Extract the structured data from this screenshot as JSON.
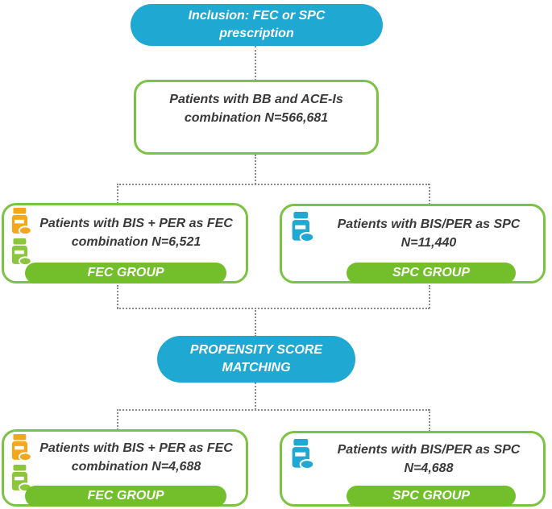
{
  "colors": {
    "blue": "#1EA8D2",
    "green-border": "#7CC243",
    "green-pill": "#72BF2B",
    "icon-yellow": "#F2A81D",
    "icon-green": "#8CC63F",
    "icon-blue": "#1EA8D2",
    "text-dark": "#3A3A3A",
    "connector": "#8A8A8A"
  },
  "nodes": {
    "inclusion": {
      "line1": "Inclusion: FEC or SPC",
      "line2": "prescription"
    },
    "population": {
      "line1": "Patients with BB and ACE-Is",
      "line2": "combination N=566,681"
    },
    "fec_before": {
      "line1": "Patients with BIS + PER as FEC",
      "line2": "combination N=6,521",
      "group_label": "FEC GROUP"
    },
    "spc_before": {
      "line1": "Patients with BIS/PER as SPC",
      "line2": "N=11,440",
      "group_label": "SPC GROUP"
    },
    "matching": {
      "line1": "PROPENSITY SCORE",
      "line2": "MATCHING"
    },
    "fec_after": {
      "line1": "Patients with BIS + PER as FEC",
      "line2": "combination N=4,688",
      "group_label": "FEC GROUP"
    },
    "spc_after": {
      "line1": "Patients with BIS/PER as SPC",
      "line2": "N=4,688",
      "group_label": "SPC GROUP"
    }
  },
  "icons": {
    "fec_box": [
      "pill-bottle-yellow",
      "pill-bottle-green"
    ],
    "spc_box": [
      "pill-bottle-blue"
    ]
  }
}
